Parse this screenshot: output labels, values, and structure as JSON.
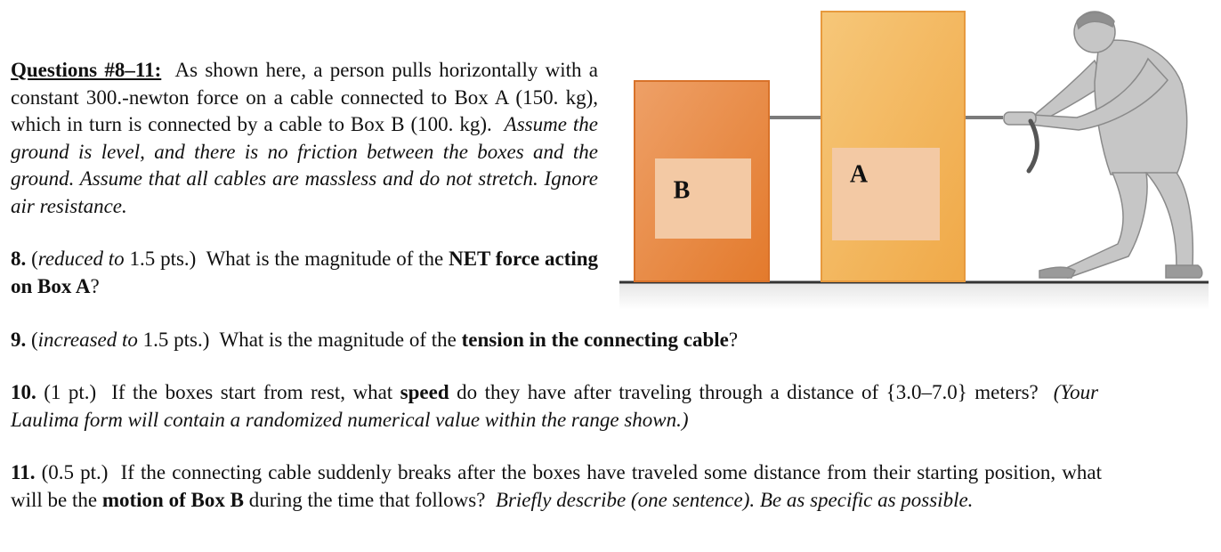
{
  "intro": {
    "title": "Questions #8–11:",
    "text1": "As shown here, a person pulls horizontally with a constant 300.-newton force on a cable connected to Box A (150. kg), which in turn is connected by a cable to Box B (100. kg).",
    "text2": "Assume the ground is level, and there is no friction between the boxes and the ground.  Assume that all cables are massless and do not stretch.  Ignore air resistance."
  },
  "questions": [
    {
      "num": "8.",
      "note_pre": "(",
      "note_it": "reduced to",
      "note_post": "1.5 pts.)",
      "pre": "What is the magnitude of the",
      "bold": "NET force acting on Box A",
      "post": "?"
    },
    {
      "num": "9.",
      "note_pre": "(",
      "note_it": "increased to",
      "note_post": "1.5 pts.)",
      "pre": "What is the magnitude of the",
      "bold": "tension in the connecting cable",
      "post": "?"
    },
    {
      "num": "10.",
      "note": "(1 pt.)",
      "pre": "If the boxes start from rest, what",
      "bold": "speed",
      "post": "do they have after traveling through a distance of {3.0–7.0} meters?",
      "italic": "(Your Laulima form will contain a randomized numerical value within the range shown.)"
    },
    {
      "num": "11.",
      "note": "(0.5 pt.)",
      "pre": "If the connecting cable suddenly breaks after the boxes have traveled some distance from their starting position, what will be the",
      "bold": "motion of Box B",
      "post": "during the time that follows?",
      "italic": "Briefly describe (one sentence).  Be as specific as possible."
    }
  ],
  "figure": {
    "box_b_label": "B",
    "box_a_label": "A",
    "colors": {
      "box_b": "#e8843a",
      "box_a": "#f3b156",
      "label_bg": "#f3c9a4",
      "ground": "#333333",
      "cable": "#7b7b7b",
      "person": "#c6c6c6"
    }
  }
}
